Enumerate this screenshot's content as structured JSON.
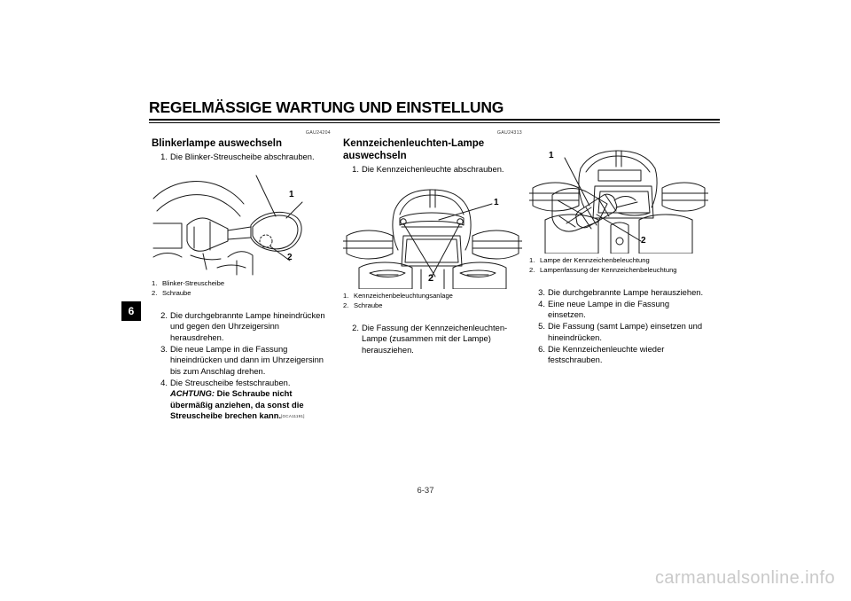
{
  "document": {
    "running_header": "REGELMÄSSIGE WARTUNG UND EINSTELLUNG",
    "chapter_tab": "6",
    "page_number": "6-37",
    "watermark": "carmanualsonline.info"
  },
  "columns": {
    "left": {
      "gau_code": "GAU24204",
      "title": "Blinkerlampe auswechseln",
      "steps_before_figure": [
        {
          "num": "1.",
          "text": "Die Blinker-Streuscheibe abschrauben."
        }
      ],
      "figure": {
        "name": "turn-signal-lens-figure",
        "callouts": [
          "1",
          "2"
        ]
      },
      "legend": [
        {
          "num": "1.",
          "text": "Blinker-Streuscheibe"
        },
        {
          "num": "2.",
          "text": "Schraube"
        }
      ],
      "steps_after_figure": [
        {
          "num": "2.",
          "text": "Die durchgebrannte Lampe hineindrücken und gegen den Uhrzeigersinn herausdrehen."
        },
        {
          "num": "3.",
          "text": "Die neue Lampe in die Fassung hineindrücken und dann im Uhrzeigersinn bis zum Anschlag drehen."
        }
      ],
      "final_step": {
        "num": "4.",
        "text": "Die Streuscheibe festschrauben.",
        "notice_keyword": "ACHTUNG:",
        "notice_text": "Die Schraube nicht übermäßig anziehen, da sonst die Streuscheibe brechen kann.",
        "notice_code": "[GCA11191]"
      }
    },
    "middle": {
      "gau_code": "GAU24313",
      "title": "Kennzeichenleuchten-Lampe auswechseln",
      "steps_before_figure": [
        {
          "num": "1.",
          "text": "Die Kennzeichenleuchte abschrauben."
        }
      ],
      "figure": {
        "name": "license-plate-light-figure",
        "callouts": [
          "1",
          "2"
        ]
      },
      "legend": [
        {
          "num": "1.",
          "text": "Kennzeichenbeleuchtungsanlage"
        },
        {
          "num": "2.",
          "text": "Schraube"
        }
      ],
      "steps_after_figure": [
        {
          "num": "2.",
          "text": "Die Fassung der Kennzeichenleuchten-Lampe (zusammen mit der Lampe) herausziehen."
        }
      ]
    },
    "right": {
      "figure": {
        "name": "bulb-socket-removal-figure",
        "callouts": [
          "1",
          "2"
        ]
      },
      "legend": [
        {
          "num": "1.",
          "text": "Lampe der Kennzeichenbeleuchtung"
        },
        {
          "num": "2.",
          "text": "Lampenfassung der Kennzeichenbeleuchtung"
        }
      ],
      "steps": [
        {
          "num": "3.",
          "text": "Die durchgebrannte Lampe herausziehen."
        },
        {
          "num": "4.",
          "text": "Eine neue Lampe in die Fassung einsetzen."
        },
        {
          "num": "5.",
          "text": "Die Fassung (samt Lampe) einsetzen und hineindrücken."
        },
        {
          "num": "6.",
          "text": "Die Kennzeichenleuchte wieder festschrauben."
        }
      ]
    }
  }
}
